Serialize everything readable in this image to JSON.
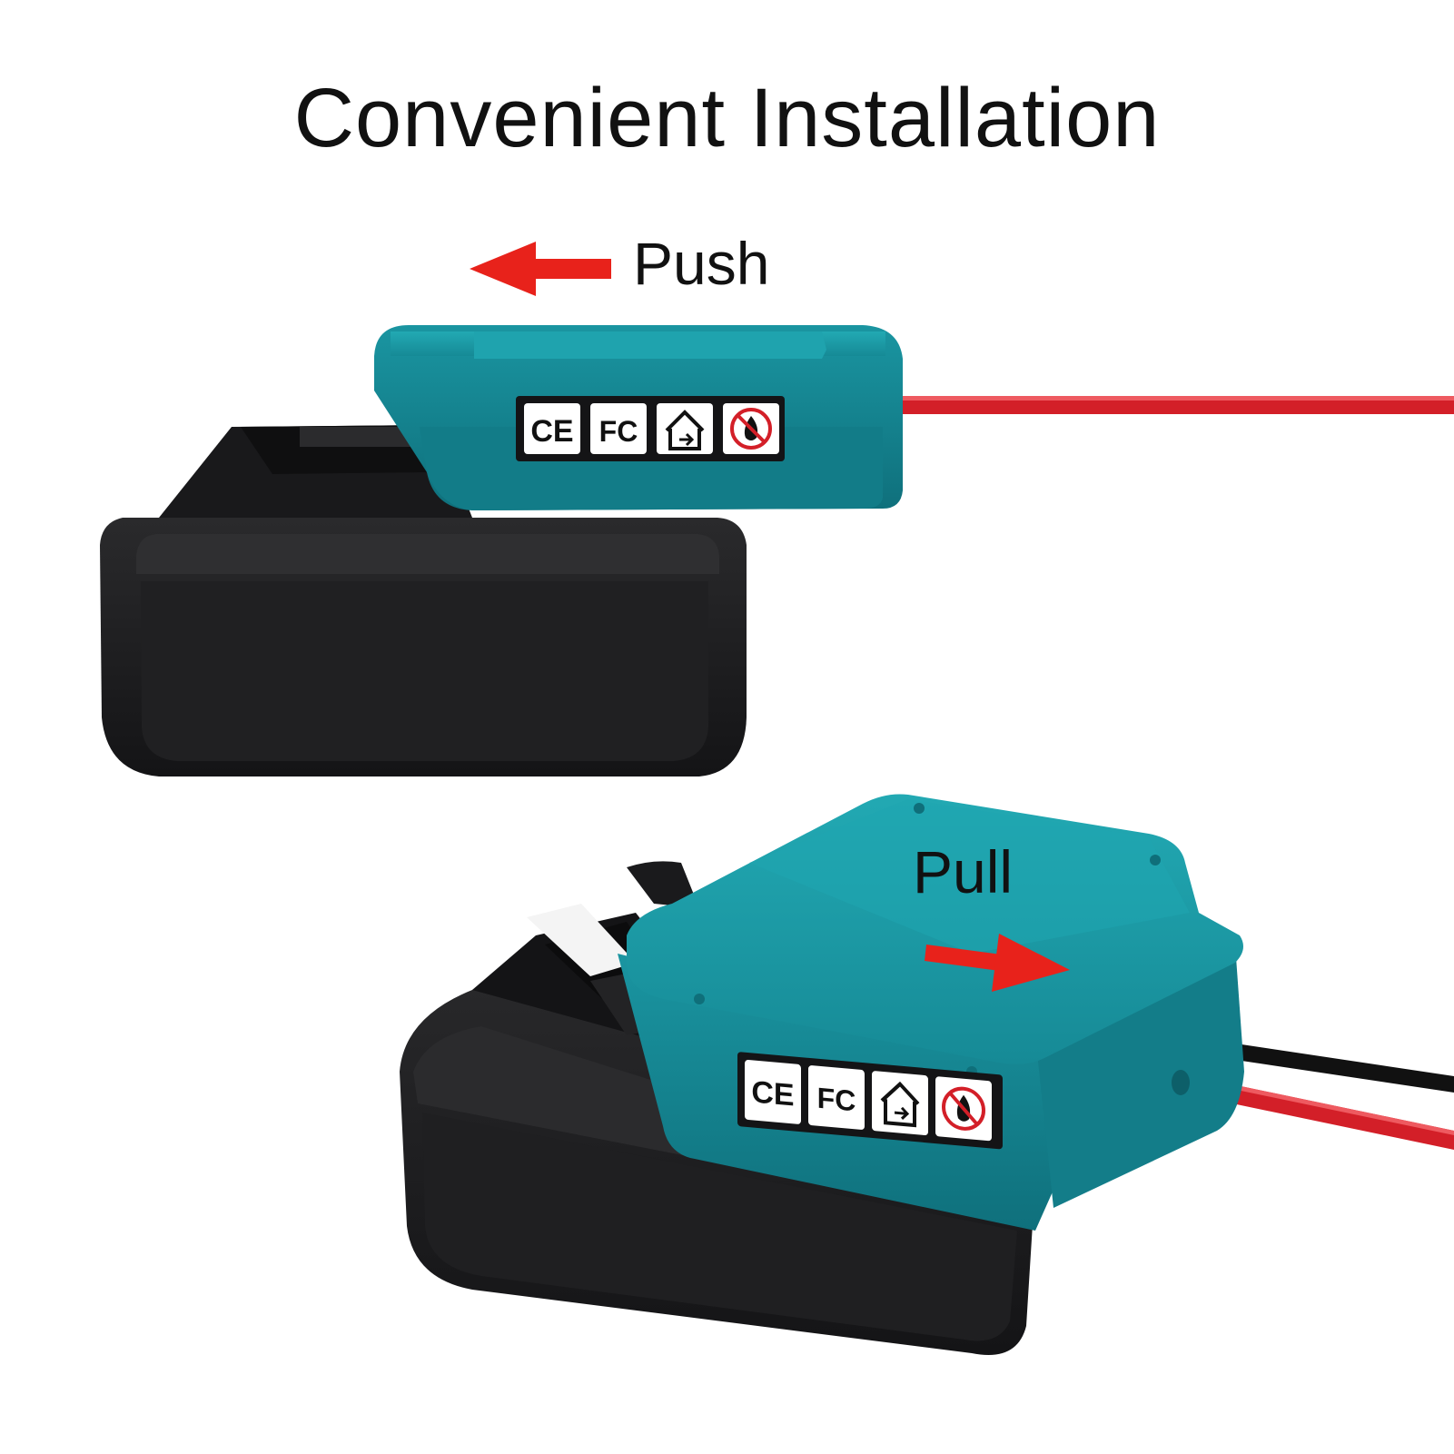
{
  "title": "Convenient Installation",
  "labels": {
    "push": "Push",
    "pull": "Pull"
  },
  "certification_marks": {
    "ce": "CE",
    "fcc": "FC"
  },
  "icons": [
    "ce-mark-icon",
    "fcc-mark-icon",
    "indoor-use-icon",
    "no-fire-icon",
    "left-arrow-icon",
    "right-arrow-icon"
  ],
  "colors": {
    "adapter_teal": "#1a98a4",
    "battery_black": "#1c1c1e",
    "arrow_red": "#e8221b",
    "wire_red": "#d31f28",
    "wire_black": "#111111"
  }
}
